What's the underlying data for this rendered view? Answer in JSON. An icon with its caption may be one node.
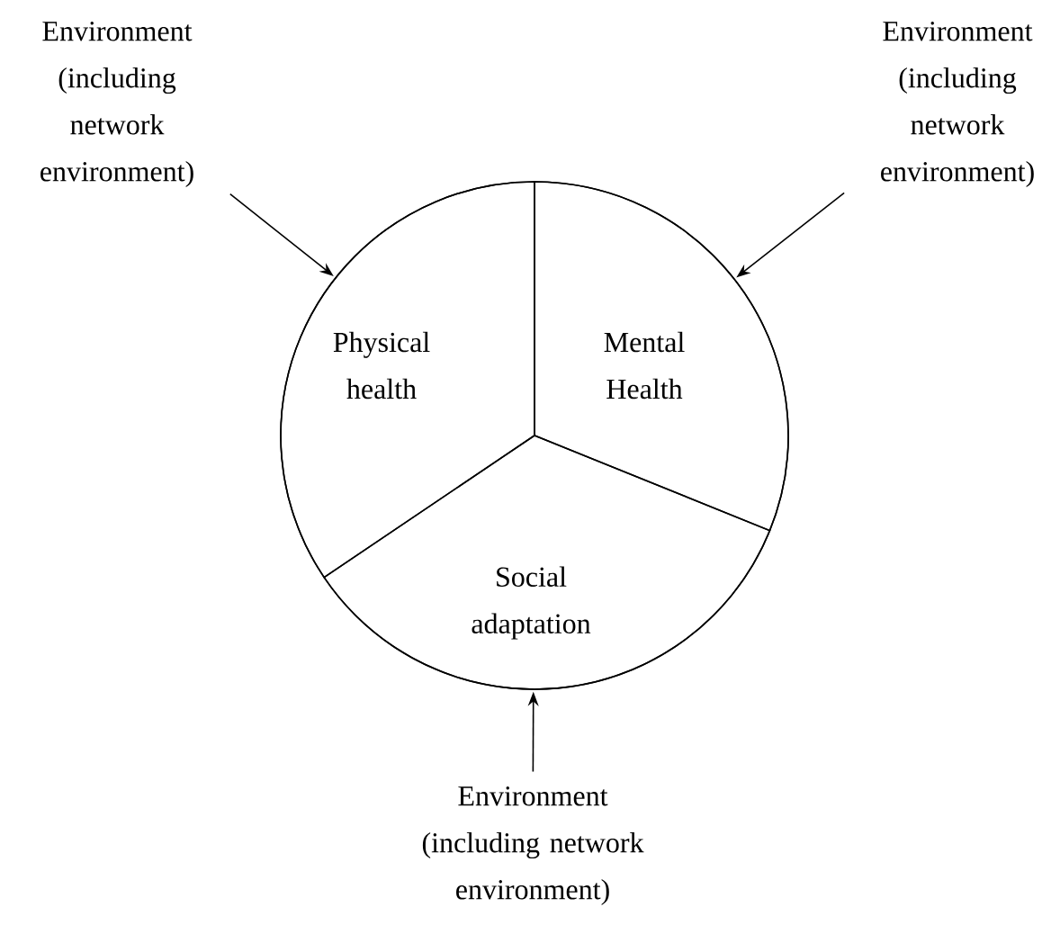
{
  "diagram": {
    "nodes": [
      {
        "text": [],
        "shape": "circle"
      },
      {
        "text": [
          "Physical health"
        ],
        "in": 0
      },
      {
        "text": [
          "Mental Health"
        ],
        "in": 0
      },
      {
        "text": [
          "Social adaptation"
        ],
        "in": 0
      },
      {
        "text": [
          "Environment (including network environment)"
        ]
      },
      {
        "text": [
          "Environment (including network environment)"
        ]
      },
      {
        "text": [
          "Environment (including network environment)"
        ]
      }
    ],
    "edges": [
      {
        "from": 4,
        "to": 0,
        "arrow": "to"
      },
      {
        "from": 5,
        "to": 0,
        "arrow": "to"
      },
      {
        "from": 6,
        "to": 0,
        "arrow": "to"
      }
    ]
  }
}
